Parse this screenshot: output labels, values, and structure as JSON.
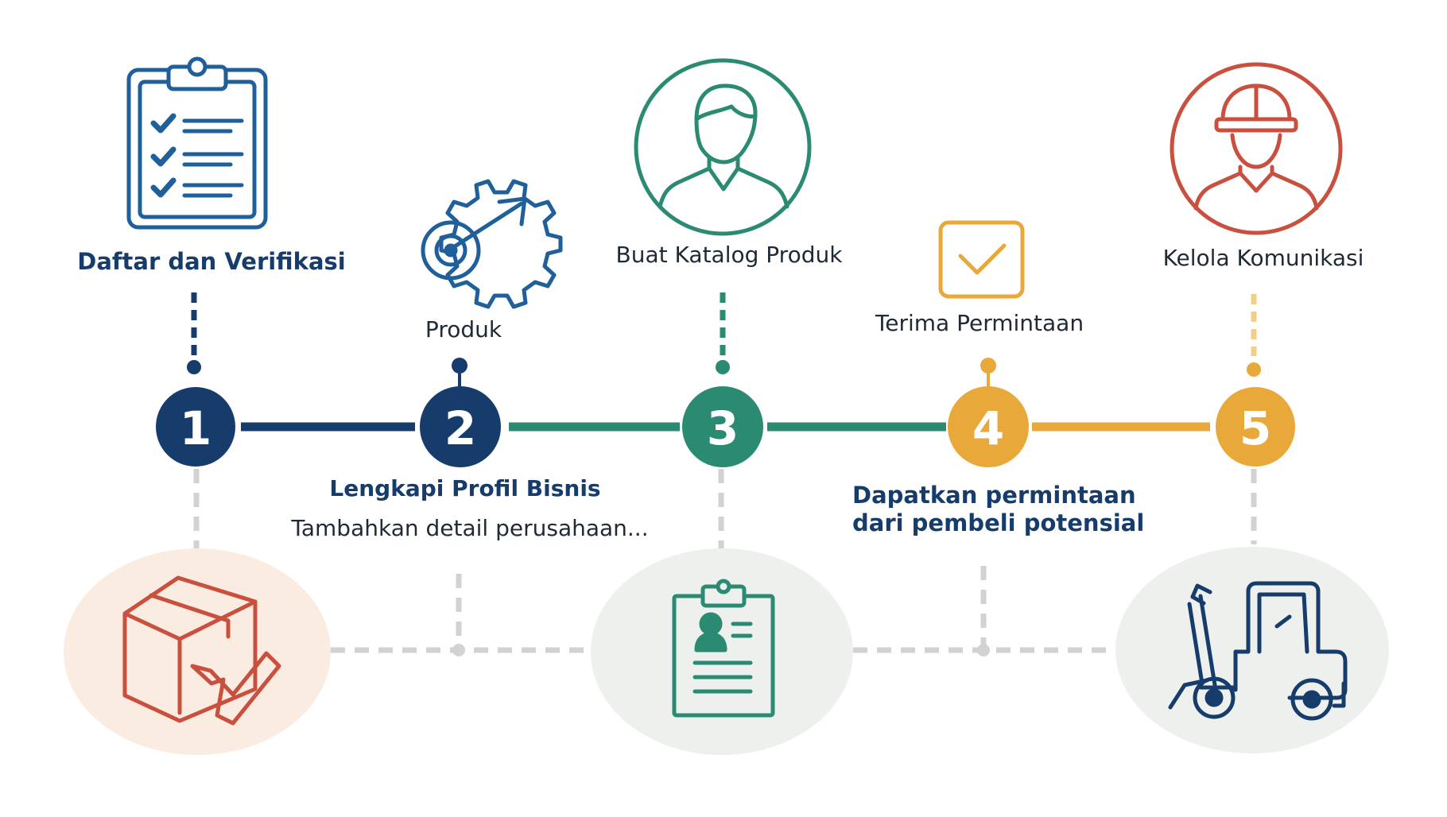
{
  "colors": {
    "navy": "#163c6b",
    "blue": "#1f5f9a",
    "teal": "#2a8a72",
    "orange": "#e9a93a",
    "red": "#c94f3f",
    "gray_dash": "#d2d2d2",
    "peach_blob": "#fbece1",
    "gray_blob": "#eef0ee"
  },
  "steps": [
    {
      "number": "1",
      "label": "Daftar dan Verifikasi",
      "color": "#163c6b"
    },
    {
      "number": "2",
      "label": "Produk",
      "title": "Lengkapi Profil Bisnis",
      "description": "Tambahkan detail perusahaan...",
      "color": "#163c6b"
    },
    {
      "number": "3",
      "label": "Buat Katalog Produk",
      "color": "#2a8a72"
    },
    {
      "number": "4",
      "label": "Terima Permintaan",
      "title_lines": [
        "Dapatkan permintaan",
        "dari pembeli potensial"
      ],
      "color": "#e9a93a"
    },
    {
      "number": "5",
      "label": "Kelola Komunikasi",
      "color": "#e9a93a"
    }
  ],
  "icons": {
    "step1": "clipboard-checklist-icon",
    "step2": "gear-target-arrow-icon",
    "step3": "person-avatar-icon",
    "step4": "checkbox-icon",
    "step5": "worker-hardhat-icon",
    "bottom_left": "box-check-icon",
    "bottom_middle": "id-clipboard-icon",
    "bottom_right": "forklift-icon"
  }
}
